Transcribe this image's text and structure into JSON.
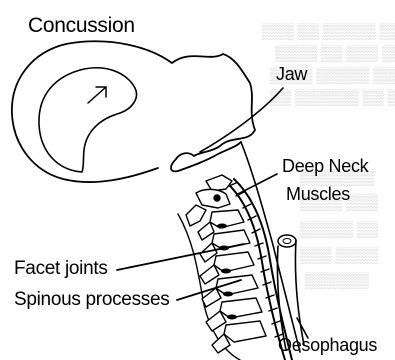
{
  "labels": {
    "concussion": "Concussion",
    "jaw": "Jaw",
    "deep_neck_muscles_1": "Deep Neck",
    "deep_neck_muscles_2": "Muscles",
    "facet_joints": "Facet joints",
    "spinous_processes": "Spinous processes",
    "oesophagus": "Oesophagus"
  },
  "colors": {
    "ink": "#000000",
    "background": "#ffffff",
    "show_through": "#cfcfcf"
  }
}
